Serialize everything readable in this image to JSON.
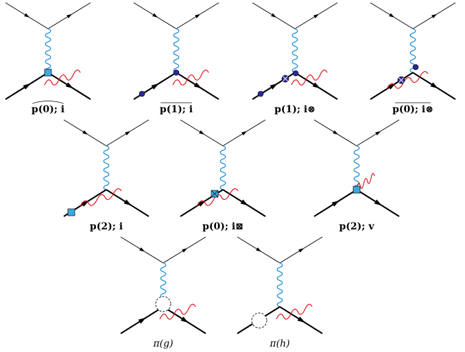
{
  "colors": {
    "photon": "#1f8fd6",
    "radiation": "#e0141c",
    "fermion": "#000000",
    "vertex_square": "#3ca9e0",
    "vertex_dot": "#2a2a9a"
  },
  "diagrams": [
    {
      "label": "p(0); i",
      "marker": "square",
      "over": "tilde",
      "rad": "vertex",
      "extra_dots": []
    },
    {
      "label": "p(1); i",
      "marker": "dot",
      "over": "bar",
      "rad": "vertex",
      "extra_dots": [
        "in"
      ]
    },
    {
      "label": "p(1); i⊗",
      "marker": "otimes",
      "over": "none",
      "rad": "vertex",
      "extra_dots": [
        "in"
      ]
    },
    {
      "label": "p(0); i⊗",
      "marker": "otimes",
      "over": "bar",
      "rad": "incoming",
      "extra_dots": [
        "photon"
      ]
    },
    {
      "label": "p(2); i",
      "marker": "square-in",
      "over": "none",
      "rad": "incoming",
      "extra_dots": []
    },
    {
      "label": "p(0); i⊠",
      "marker": "boxtimes",
      "over": "none",
      "rad": "incoming",
      "extra_dots": []
    },
    {
      "label": "p(2); v",
      "marker": "square",
      "over": "none",
      "rad": "vertex-up",
      "extra_dots": []
    },
    {
      "label": "π(g)",
      "marker": "loop-vertex",
      "over": "none",
      "rad": "vertex",
      "extra_dots": []
    },
    {
      "label": "π(h)",
      "marker": "loop-in",
      "over": "none",
      "rad": "vertex",
      "extra_dots": []
    }
  ]
}
